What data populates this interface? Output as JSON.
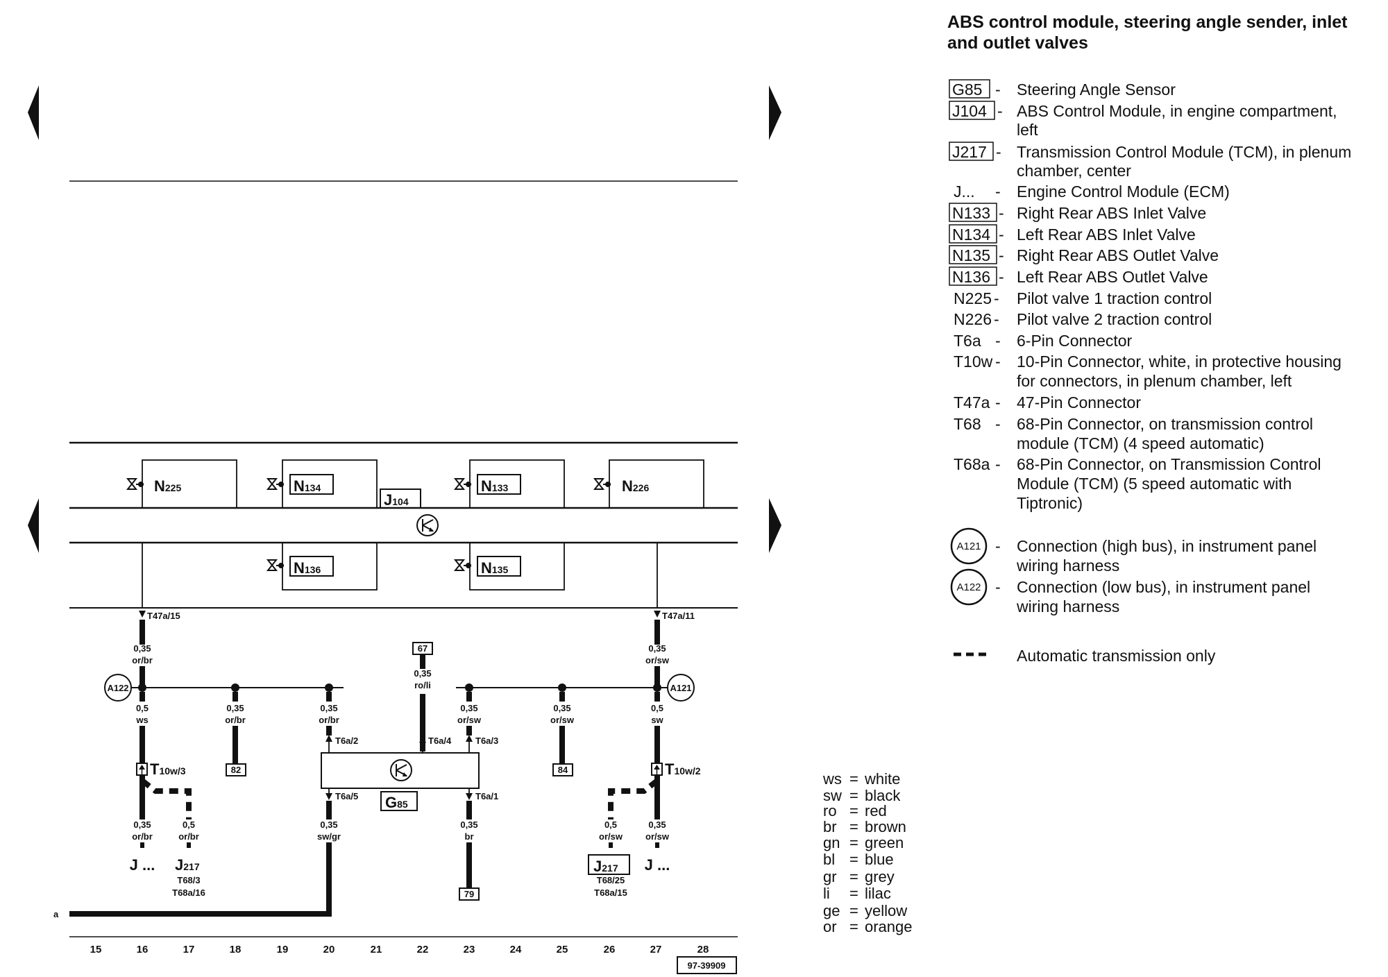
{
  "title": {
    "line1": "ABS control module, steering angle sender, inlet",
    "line2": "and outlet valves"
  },
  "legend": [
    {
      "code": "G85",
      "boxed": true,
      "desc": [
        "Steering Angle Sensor"
      ]
    },
    {
      "code": "J104",
      "boxed": true,
      "desc": [
        "ABS Control Module, in engine compartment,",
        "left"
      ]
    },
    {
      "code": "J217",
      "boxed": true,
      "desc": [
        "Transmission Control Module (TCM), in plenum",
        "chamber, center"
      ]
    },
    {
      "code": "J...",
      "boxed": false,
      "desc": [
        "Engine Control Module (ECM)"
      ]
    },
    {
      "code": "N133",
      "boxed": true,
      "desc": [
        "Right Rear ABS Inlet Valve"
      ]
    },
    {
      "code": "N134",
      "boxed": true,
      "desc": [
        "Left Rear ABS Inlet Valve"
      ]
    },
    {
      "code": "N135",
      "boxed": true,
      "desc": [
        "Right Rear ABS Outlet Valve"
      ]
    },
    {
      "code": "N136",
      "boxed": true,
      "desc": [
        "Left Rear ABS Outlet Valve"
      ]
    },
    {
      "code": "N225",
      "boxed": false,
      "desc": [
        "Pilot valve 1 traction control"
      ]
    },
    {
      "code": "N226",
      "boxed": false,
      "desc": [
        "Pilot valve 2 traction control"
      ]
    },
    {
      "code": "T6a",
      "boxed": false,
      "desc": [
        "6-Pin Connector"
      ]
    },
    {
      "code": "T10w",
      "boxed": false,
      "desc": [
        "10-Pin Connector, white, in protective housing",
        "for connectors, in plenum chamber, left"
      ]
    },
    {
      "code": "T47a",
      "boxed": false,
      "desc": [
        "47-Pin Connector"
      ]
    },
    {
      "code": "T68",
      "boxed": false,
      "desc": [
        "68-Pin Connector, on transmission control",
        "module (TCM) (4 speed automatic)"
      ]
    },
    {
      "code": "T68a",
      "boxed": false,
      "desc": [
        "68-Pin Connector, on Transmission Control",
        "Module (TCM) (5 speed automatic with",
        "Tiptronic)"
      ]
    }
  ],
  "connections": [
    {
      "code": "A121",
      "desc": [
        "Connection (high bus), in instrument panel",
        "wiring harness"
      ]
    },
    {
      "code": "A122",
      "desc": [
        "Connection (low bus), in instrument panel",
        "wiring harness"
      ]
    }
  ],
  "dashed_note": "Automatic transmission only",
  "color_key": [
    {
      "abbr": "ws",
      "name": "white"
    },
    {
      "abbr": "sw",
      "name": "black"
    },
    {
      "abbr": "ro",
      "name": "red"
    },
    {
      "abbr": "br",
      "name": "brown"
    },
    {
      "abbr": "gn",
      "name": "green"
    },
    {
      "abbr": "bl",
      "name": "blue"
    },
    {
      "abbr": "gr",
      "name": "grey"
    },
    {
      "abbr": "li",
      "name": "lilac"
    },
    {
      "abbr": "ge",
      "name": "yellow"
    },
    {
      "abbr": "or",
      "name": "orange"
    }
  ],
  "components": {
    "n225": {
      "main": "N",
      "sub": "225"
    },
    "n134": {
      "main": "N",
      "sub": "134"
    },
    "n133": {
      "main": "N",
      "sub": "133"
    },
    "n226": {
      "main": "N",
      "sub": "226"
    },
    "n136": {
      "main": "N",
      "sub": "136"
    },
    "n135": {
      "main": "N",
      "sub": "135"
    },
    "j104": {
      "main": "J",
      "sub": "104"
    },
    "g85": {
      "main": "G",
      "sub": "85"
    },
    "j217_left": {
      "main": "J",
      "sub": "217"
    },
    "j217_right": {
      "main": "J",
      "sub": "217"
    },
    "j_left": "J ...",
    "j_right": "J ..."
  },
  "connectors": {
    "t47a_15": "T47a/15",
    "t47a_11": "T47a/11",
    "t10w_3": {
      "main": "T",
      "sub": "10w/3"
    },
    "t10w_2": {
      "main": "T",
      "sub": "10w/2"
    },
    "t6a_2": "T6a/2",
    "t6a_4": "T6a/4",
    "t6a_3": "T6a/3",
    "t6a_5": "T6a/5",
    "t6a_1": "T6a/1",
    "t68_3": "T68/3",
    "t68a_16": "T68a/16",
    "t68_25": "T68/25",
    "t68a_15": "T68a/15"
  },
  "splices": {
    "a122": "A122",
    "a121": "A121"
  },
  "refs": {
    "r67": "67",
    "r82": "82",
    "r84": "84",
    "r79": "79"
  },
  "wires": {
    "w16_top": {
      "size": "0,35",
      "color": "or/br"
    },
    "w27_top": {
      "size": "0,35",
      "color": "or/sw"
    },
    "w22_top": {
      "size": "0,35",
      "color": "ro/li"
    },
    "w16_mid": {
      "size": "0,5",
      "color": "ws"
    },
    "w18_mid": {
      "size": "0,35",
      "color": "or/br"
    },
    "w20_mid": {
      "size": "0,35",
      "color": "or/br"
    },
    "w23_mid": {
      "size": "0,35",
      "color": "or/sw"
    },
    "w25_mid": {
      "size": "0,35",
      "color": "or/sw"
    },
    "w27_mid": {
      "size": "0,5",
      "color": "sw"
    },
    "w16_bot": {
      "size": "0,35",
      "color": "or/br"
    },
    "w17_bot": {
      "size": "0,5",
      "color": "or/br"
    },
    "w20_bot": {
      "size": "0,35",
      "color": "sw/gr"
    },
    "w23_bot": {
      "size": "0,35",
      "color": "br"
    },
    "w26_bot": {
      "size": "0,5",
      "color": "or/sw"
    },
    "w27_bot": {
      "size": "0,35",
      "color": "or/sw"
    }
  },
  "edge_label": "a",
  "track_numbers": [
    "15",
    "16",
    "17",
    "18",
    "19",
    "20",
    "21",
    "22",
    "23",
    "24",
    "25",
    "26",
    "27",
    "28"
  ],
  "diagram_id": "97-39909"
}
